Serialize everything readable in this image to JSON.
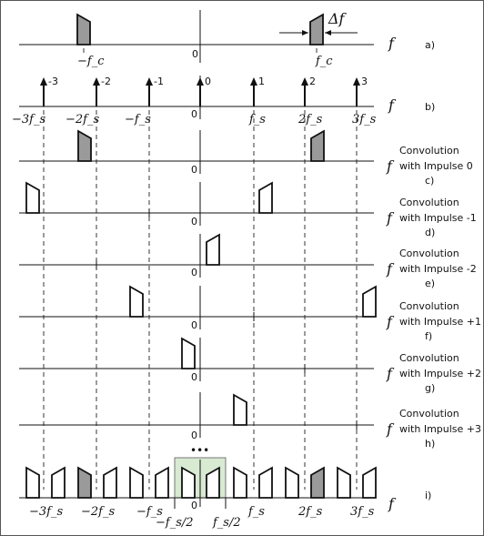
{
  "colors": {
    "line": "#111111",
    "shaded_pulse": "#9a9a9a",
    "window_fill": "#d8ead2"
  },
  "axis_symbol": "f",
  "zero": "0",
  "panel_a": {
    "label": "a)",
    "neg_fc": "−f_c",
    "fc": "f_c",
    "delta_f": "Δf"
  },
  "panel_b": {
    "label": "b)",
    "impulse_labels": [
      "-3",
      "-2",
      "-1",
      "0",
      "1",
      "2",
      "3"
    ],
    "ticks": [
      "−3f_s",
      "−2f_s",
      "−f_s",
      "f_s",
      "2f_s",
      "3f_s"
    ]
  },
  "convolutions": [
    {
      "line1": "Convolution",
      "line2": "with Impulse 0",
      "label": "c)"
    },
    {
      "line1": "Convolution",
      "line2": "with Impulse -1",
      "label": "d)"
    },
    {
      "line1": "Convolution",
      "line2": "with Impulse -2",
      "label": "e)"
    },
    {
      "line1": "Convolution",
      "line2": "with Impulse +1",
      "label": "f)"
    },
    {
      "line1": "Convolution",
      "line2": "with Impulse +2",
      "label": "g)"
    },
    {
      "line1": "Convolution",
      "line2": "with Impulse +3",
      "label": "h)"
    }
  ],
  "panel_i": {
    "label": "i)",
    "ellipsis": "•••",
    "ticks": [
      "−3f_s",
      "−2f_s",
      "−f_s",
      "f_s",
      "2f_s",
      "3f_s"
    ],
    "half_neg": "−f_s/2",
    "half_pos": "f_s/2"
  }
}
